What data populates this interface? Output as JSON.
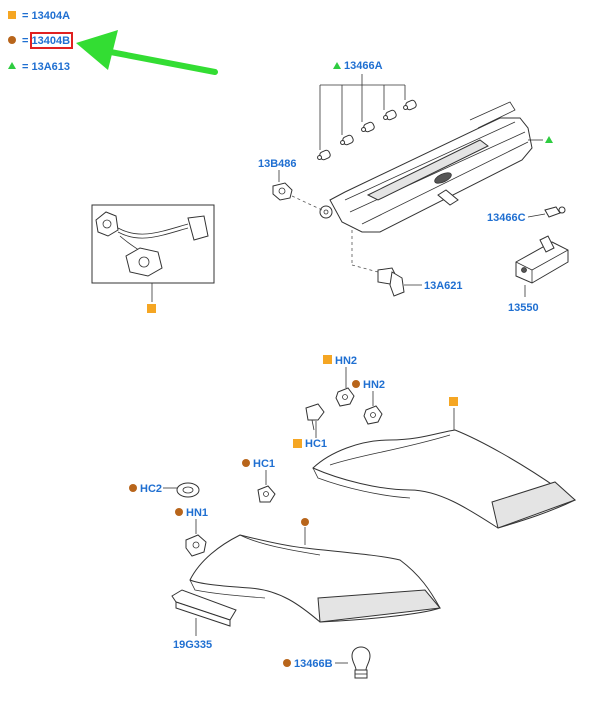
{
  "legend": [
    {
      "marker": "orange-square",
      "text": "= 13404A"
    },
    {
      "marker": "brown-dot",
      "text": "= 13404B"
    },
    {
      "marker": "green-triangle",
      "text": "= 13A613"
    }
  ],
  "callouts": {
    "c13466A": "13466A",
    "c13B486": "13B486",
    "c13466C": "13466C",
    "c13A621": "13A621",
    "c13550": "13550",
    "cHN2a": "HN2",
    "cHN2b": "HN2",
    "cHC1a": "HC1",
    "cHC1b": "HC1",
    "cHC2": "HC2",
    "cHN1": "HN1",
    "c19G335": "19G335",
    "c13466B": "13466B"
  },
  "colors": {
    "label": "#1f6fd1",
    "orange": "#f5a623",
    "brown": "#b8651b",
    "green": "#2ecc40",
    "arrow": "#33dd33",
    "highlight": "#e02020"
  }
}
